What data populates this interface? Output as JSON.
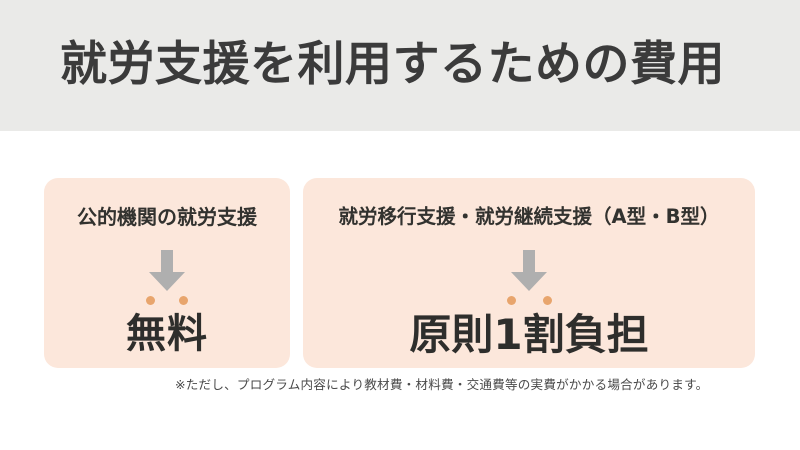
{
  "header": {
    "title": "就労支援を利用するための費用",
    "band_color": "#EAEAE8",
    "title_color": "#3B3B3B"
  },
  "cards": [
    {
      "id": "public-institution",
      "heading": "公的機関の就労支援",
      "arrow_icon": "arrow-down-icon",
      "arrow_color": "#AFAFAF",
      "emphasis_dots": 2,
      "dot_color": "#E8A56D",
      "result": "無料",
      "background_color": "#FCE7DB"
    },
    {
      "id": "welfare-services",
      "heading": "就労移行支援・就労継続支援（A型・B型）",
      "arrow_icon": "arrow-down-icon",
      "arrow_color": "#AFAFAF",
      "emphasis_dots": 2,
      "dot_color": "#E8A56D",
      "result": "原則1割負担",
      "background_color": "#FCE7DB"
    }
  ],
  "footnote": {
    "text": "※ただし、プログラム内容により教材費・材料費・交通費等の実費がかかる場合があります。",
    "color": "#4A4A4A"
  }
}
